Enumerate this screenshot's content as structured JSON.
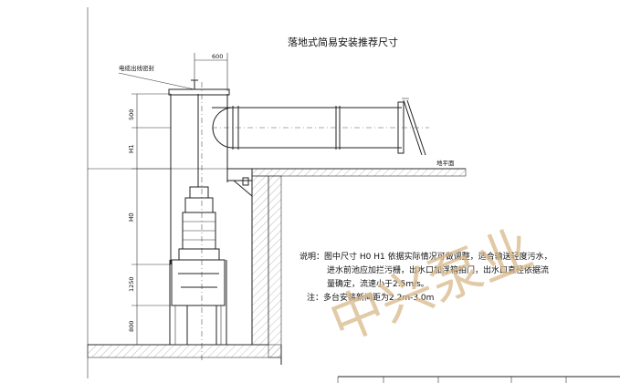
{
  "title": "落地式简易安装推荐尺寸",
  "labels": {
    "cable_seal": "电缆出线密封",
    "dim_top": "600",
    "dim_500": "500",
    "dim_h1": "H1",
    "dim_h0": "H0",
    "dim_1250": "1250",
    "dim_800": "800",
    "ground": "地平面"
  },
  "notes": {
    "line1": "说明：图中尺寸 H0 H1 依据实际情况可做调整，适合输送轻度污水，",
    "line2": "进水前池应加拦污栅，出水口加浮箱拍门，出水口直径依据流",
    "line3": "量确定，流速小于2.5m/s。",
    "line4": "注：多台安装新间距为2.2m-3.0m"
  },
  "watermark": "中兴泵业"
}
